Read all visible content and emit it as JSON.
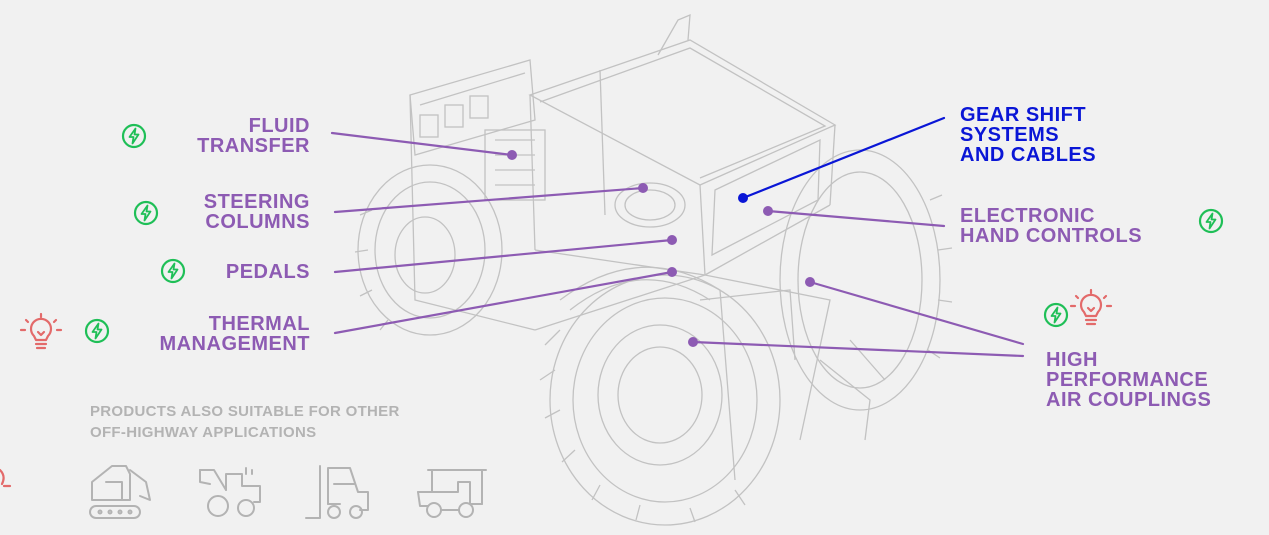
{
  "colors": {
    "background": "#f1f1f1",
    "label_purple": "#8d5bb3",
    "label_blue": "#0a16d6",
    "icon_green": "#1fbf57",
    "icon_red": "#e36a6a",
    "note_grey": "#b3b3b3",
    "sketch_grey": "#bcbcbc"
  },
  "labels": {
    "fluid_transfer": "FLUID\nTRANSFER",
    "steering_columns": "STEERING\nCOLUMNS",
    "pedals": "PEDALS",
    "thermal_management": "THERMAL\nMANAGEMENT",
    "gear_shift": "GEAR SHIFT\nSYSTEMS\nAND CABLES",
    "electronic_hand_controls": "ELECTRONIC\nHAND CONTROLS",
    "air_couplings": "HIGH\nPERFORMANCE\nAIR COUPLINGS"
  },
  "note": {
    "line1": "PRODUCTS ALSO SUITABLE FOR OTHER",
    "line2": "OFF-HIGHWAY APPLICATIONS"
  },
  "icons": {
    "electric": "lightning-bolt-circle-icon",
    "idea": "lightbulb-icon",
    "vehicles": [
      "excavator-icon",
      "loader-icon",
      "forklift-icon",
      "golf-cart-icon"
    ]
  }
}
